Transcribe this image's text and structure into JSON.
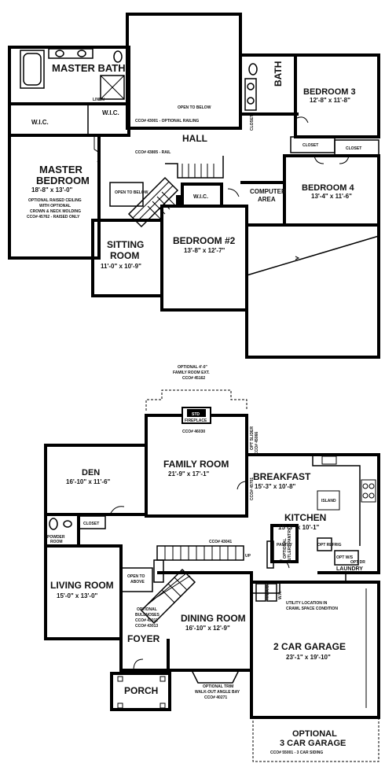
{
  "upper": {
    "master_bath": "MASTER BATH",
    "linen": "LINEN",
    "wic_left": "W.I.C.",
    "wic_right": "W.I.C.",
    "open_below_top": "OPEN TO BELOW",
    "railing_note": "CCO# 43001 - OPTIONAL RAILING",
    "bath": "BATH",
    "closet_v": "CLOSET",
    "bedroom3": "BEDROOM 3",
    "bedroom3_dim": "12'-8\" x 11'-8\"",
    "closet1": "CLOSET",
    "closet2": "CLOSET",
    "hall": "HALL",
    "rail_note": "CCO# 43805 - RAIL",
    "master_bedroom_1": "MASTER",
    "master_bedroom_2": "BEDROOM",
    "master_bedroom_dim": "18'-8\" x 13'-0\"",
    "master_note_1": "OPTIONAL RAISED CEILING",
    "master_note_2": "WITH OPTIONAL",
    "master_note_3": "CROWN & NECK MOLDING",
    "master_note_4": "CCO# 45762 - RAISED ONLY",
    "open_below_stair": "OPEN TO BELOW",
    "wic_bed2": "W.I.C.",
    "computer_area_1": "COMPUTER",
    "computer_area_2": "AREA",
    "bedroom4": "BEDROOM 4",
    "bedroom4_dim": "13'-4\" x 11'-6\"",
    "sitting_room_1": "SITTING",
    "sitting_room_2": "ROOM",
    "sitting_room_dim": "11'-0\" x 10'-9\"",
    "bedroom2": "BEDROOM #2",
    "bedroom2_dim": "13'-8\" x 12'-7\""
  },
  "lower": {
    "fr_ext_1": "OPTIONAL 4'-0\"",
    "fr_ext_2": "FAMILY ROOM EXT.",
    "fr_ext_3": "CCO# 45162",
    "std_fireplace_1": "STD",
    "std_fireplace_2": "FIREPLACE",
    "fireplace_cco": "CCO# 46030",
    "opt_slider_1": "OPT SLIDER",
    "opt_slider_2": "CCO# 45066",
    "cco_vertical": "CCO# 45701",
    "family_room": "FAMILY ROOM",
    "family_room_dim": "21'-9\" x 17'-1\"",
    "den": "DEN",
    "den_dim": "16'-10\" x 11'-6\"",
    "breakfast": "BREAKFAST",
    "breakfast_dim": "15'-3\" x 10'-8\"",
    "island": "ISLAND",
    "kitchen": "KITCHEN",
    "kitchen_dim": "15'-3\" x 10'-1\"",
    "closet": "CLOSET",
    "powder_room_1": "POWDER",
    "powder_room_2": "ROOM",
    "stair_cco": "CCO# 43041",
    "up": "UP",
    "opt_butlers_pantry_1": "OPTIONAL",
    "opt_butlers_pantry_2": "BUTLERS PANTRY",
    "pantry": "PANTRY",
    "opt_refrig": "OPT REFRIG",
    "opt_ws": "OPT W/S",
    "opt_dr": "OPT DR",
    "laundry": "LAUNDRY",
    "hvac": "H.V.A.C.",
    "wh": "W.H.",
    "utility_note_1": "UTILITY LOCATION IN",
    "utility_note_2": "CRAWL SPACE CONDITION",
    "living_room": "LIVING ROOM",
    "living_room_dim": "15'-0\" x 13'-0\"",
    "open_above_1": "OPEN TO",
    "open_above_2": "ABOVE",
    "bullnoses_1": "OPTIONAL",
    "bullnoses_2": "BULLNOSES",
    "bullnoses_3": "CCO# 43011",
    "bullnoses_4": "CCO# 43013",
    "dining_room": "DINING ROOM",
    "dining_room_dim": "16'-10\" x 12'-9\"",
    "foyer": "FOYER",
    "garage2": "2 CAR GARAGE",
    "garage2_dim": "23'-1\" x 19'-10\"",
    "bay_note_1": "OPTIONAL TRIM",
    "bay_note_2": "WALK-OUT ANGLE BAY",
    "bay_note_3": "CCO# 40271",
    "porch": "PORCH",
    "opt_garage_1": "OPTIONAL",
    "opt_garage_2": "3 CAR GARAGE",
    "opt_garage_3": "CCO# 55001 - 3 CAR SIDING"
  }
}
